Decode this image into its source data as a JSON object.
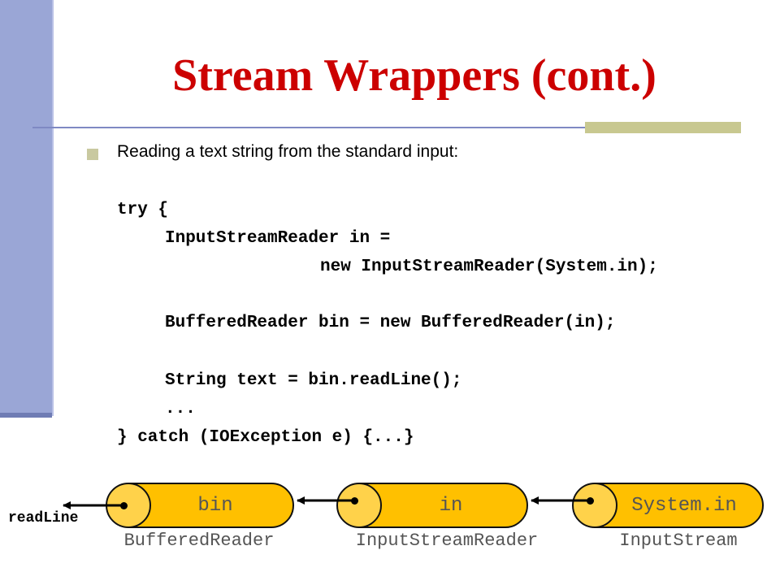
{
  "slide": {
    "title": "Stream Wrappers (cont.)",
    "bullet": "Reading a text string from the standard input:",
    "code_lines": [
      "try {",
      "InputStreamReader in =",
      "new InputStreamReader(System.in);",
      "BufferedReader bin = new BufferedReader(in);",
      "String text = bin.readLine();",
      "...",
      "} catch (IOException e) {...}"
    ]
  },
  "diagram": {
    "streams": [
      {
        "name": "bin",
        "type": "BufferedReader"
      },
      {
        "name": "in",
        "type": "InputStreamReader"
      },
      {
        "name": "System.in",
        "type": "InputStream"
      }
    ],
    "output_label": "readLine"
  },
  "colors": {
    "title": "#cc0000",
    "sidebar": "#9aa6d6",
    "cylinder": "#ffc000",
    "accent": "#c8c890"
  }
}
